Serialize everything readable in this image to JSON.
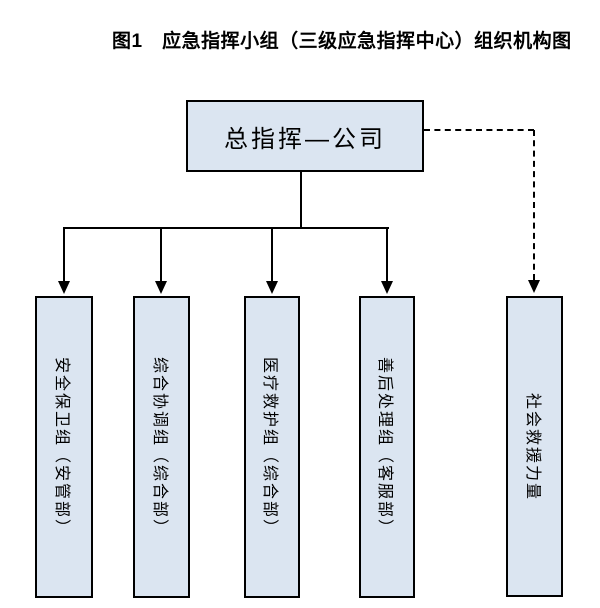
{
  "title": "图1　应急指挥小组（三级应急指挥中心）组织机构图",
  "root": {
    "label": "总指挥—公司"
  },
  "groups": [
    {
      "label": "安全保卫组（安管部）",
      "connector": "solid-arrow"
    },
    {
      "label": "综合协调组（综合部）",
      "connector": "solid-arrow"
    },
    {
      "label": "医疗救护组（综合部）",
      "connector": "solid-arrow"
    },
    {
      "label": "善后处理组（客服部）",
      "connector": "solid-arrow"
    },
    {
      "label": "社会救援力量",
      "connector": "dashed-arrow"
    }
  ],
  "colors": {
    "background": "#ffffff",
    "box_fill": "#dbe5f1",
    "box_border": "#000000",
    "line": "#000000",
    "title": "#000000"
  }
}
